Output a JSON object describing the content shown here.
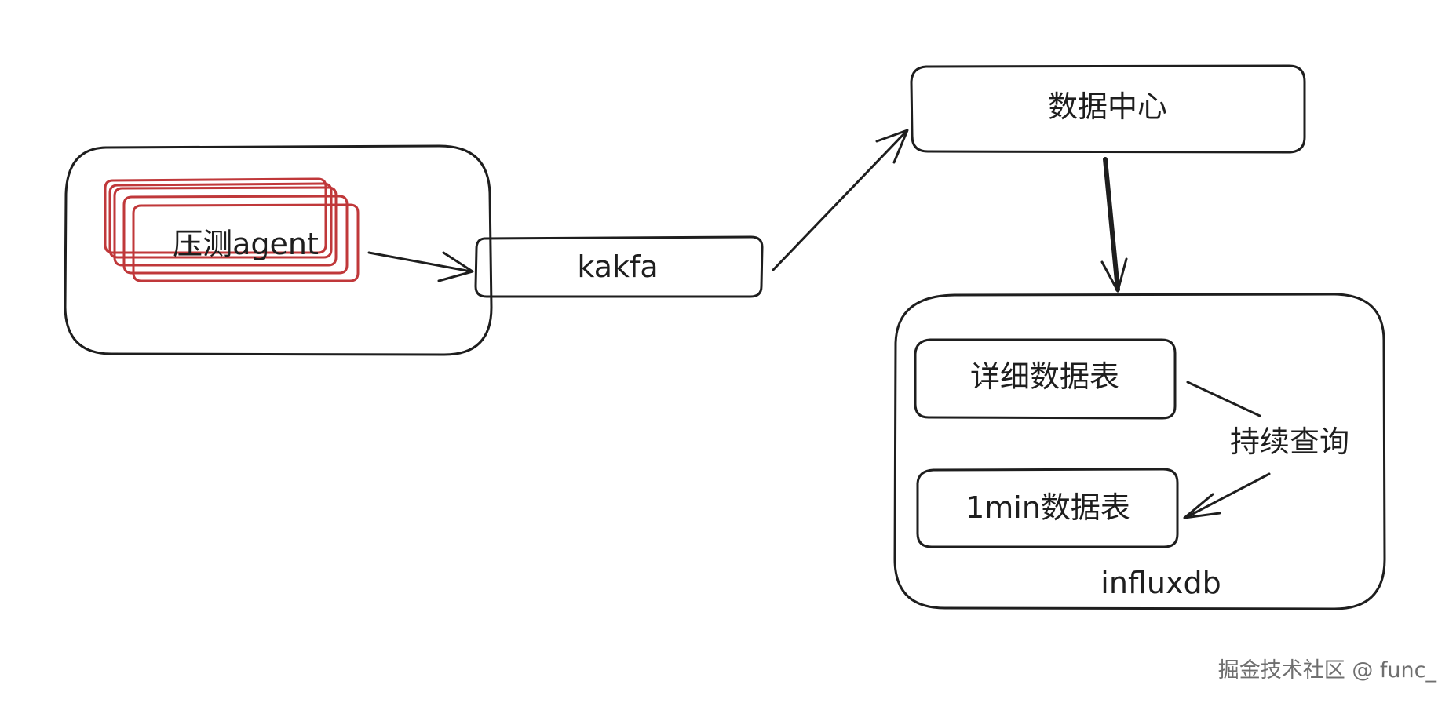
{
  "nodes": {
    "agent": {
      "label": "压测agent"
    },
    "kafka": {
      "label": "kakfa"
    },
    "data_center": {
      "label": "数据中心"
    },
    "influxdb": {
      "label": "influxdb"
    },
    "detail_table": {
      "label": "详细数据表"
    },
    "min_table": {
      "label": "1min数据表"
    }
  },
  "edges": {
    "continuous_query": {
      "label": "持续查询"
    }
  },
  "colors": {
    "stroke": "#1e1e1e",
    "agent_stroke": "#c0383a",
    "watermark": "#6f6f6f"
  },
  "watermark": "掘金技术社区 @ func_"
}
